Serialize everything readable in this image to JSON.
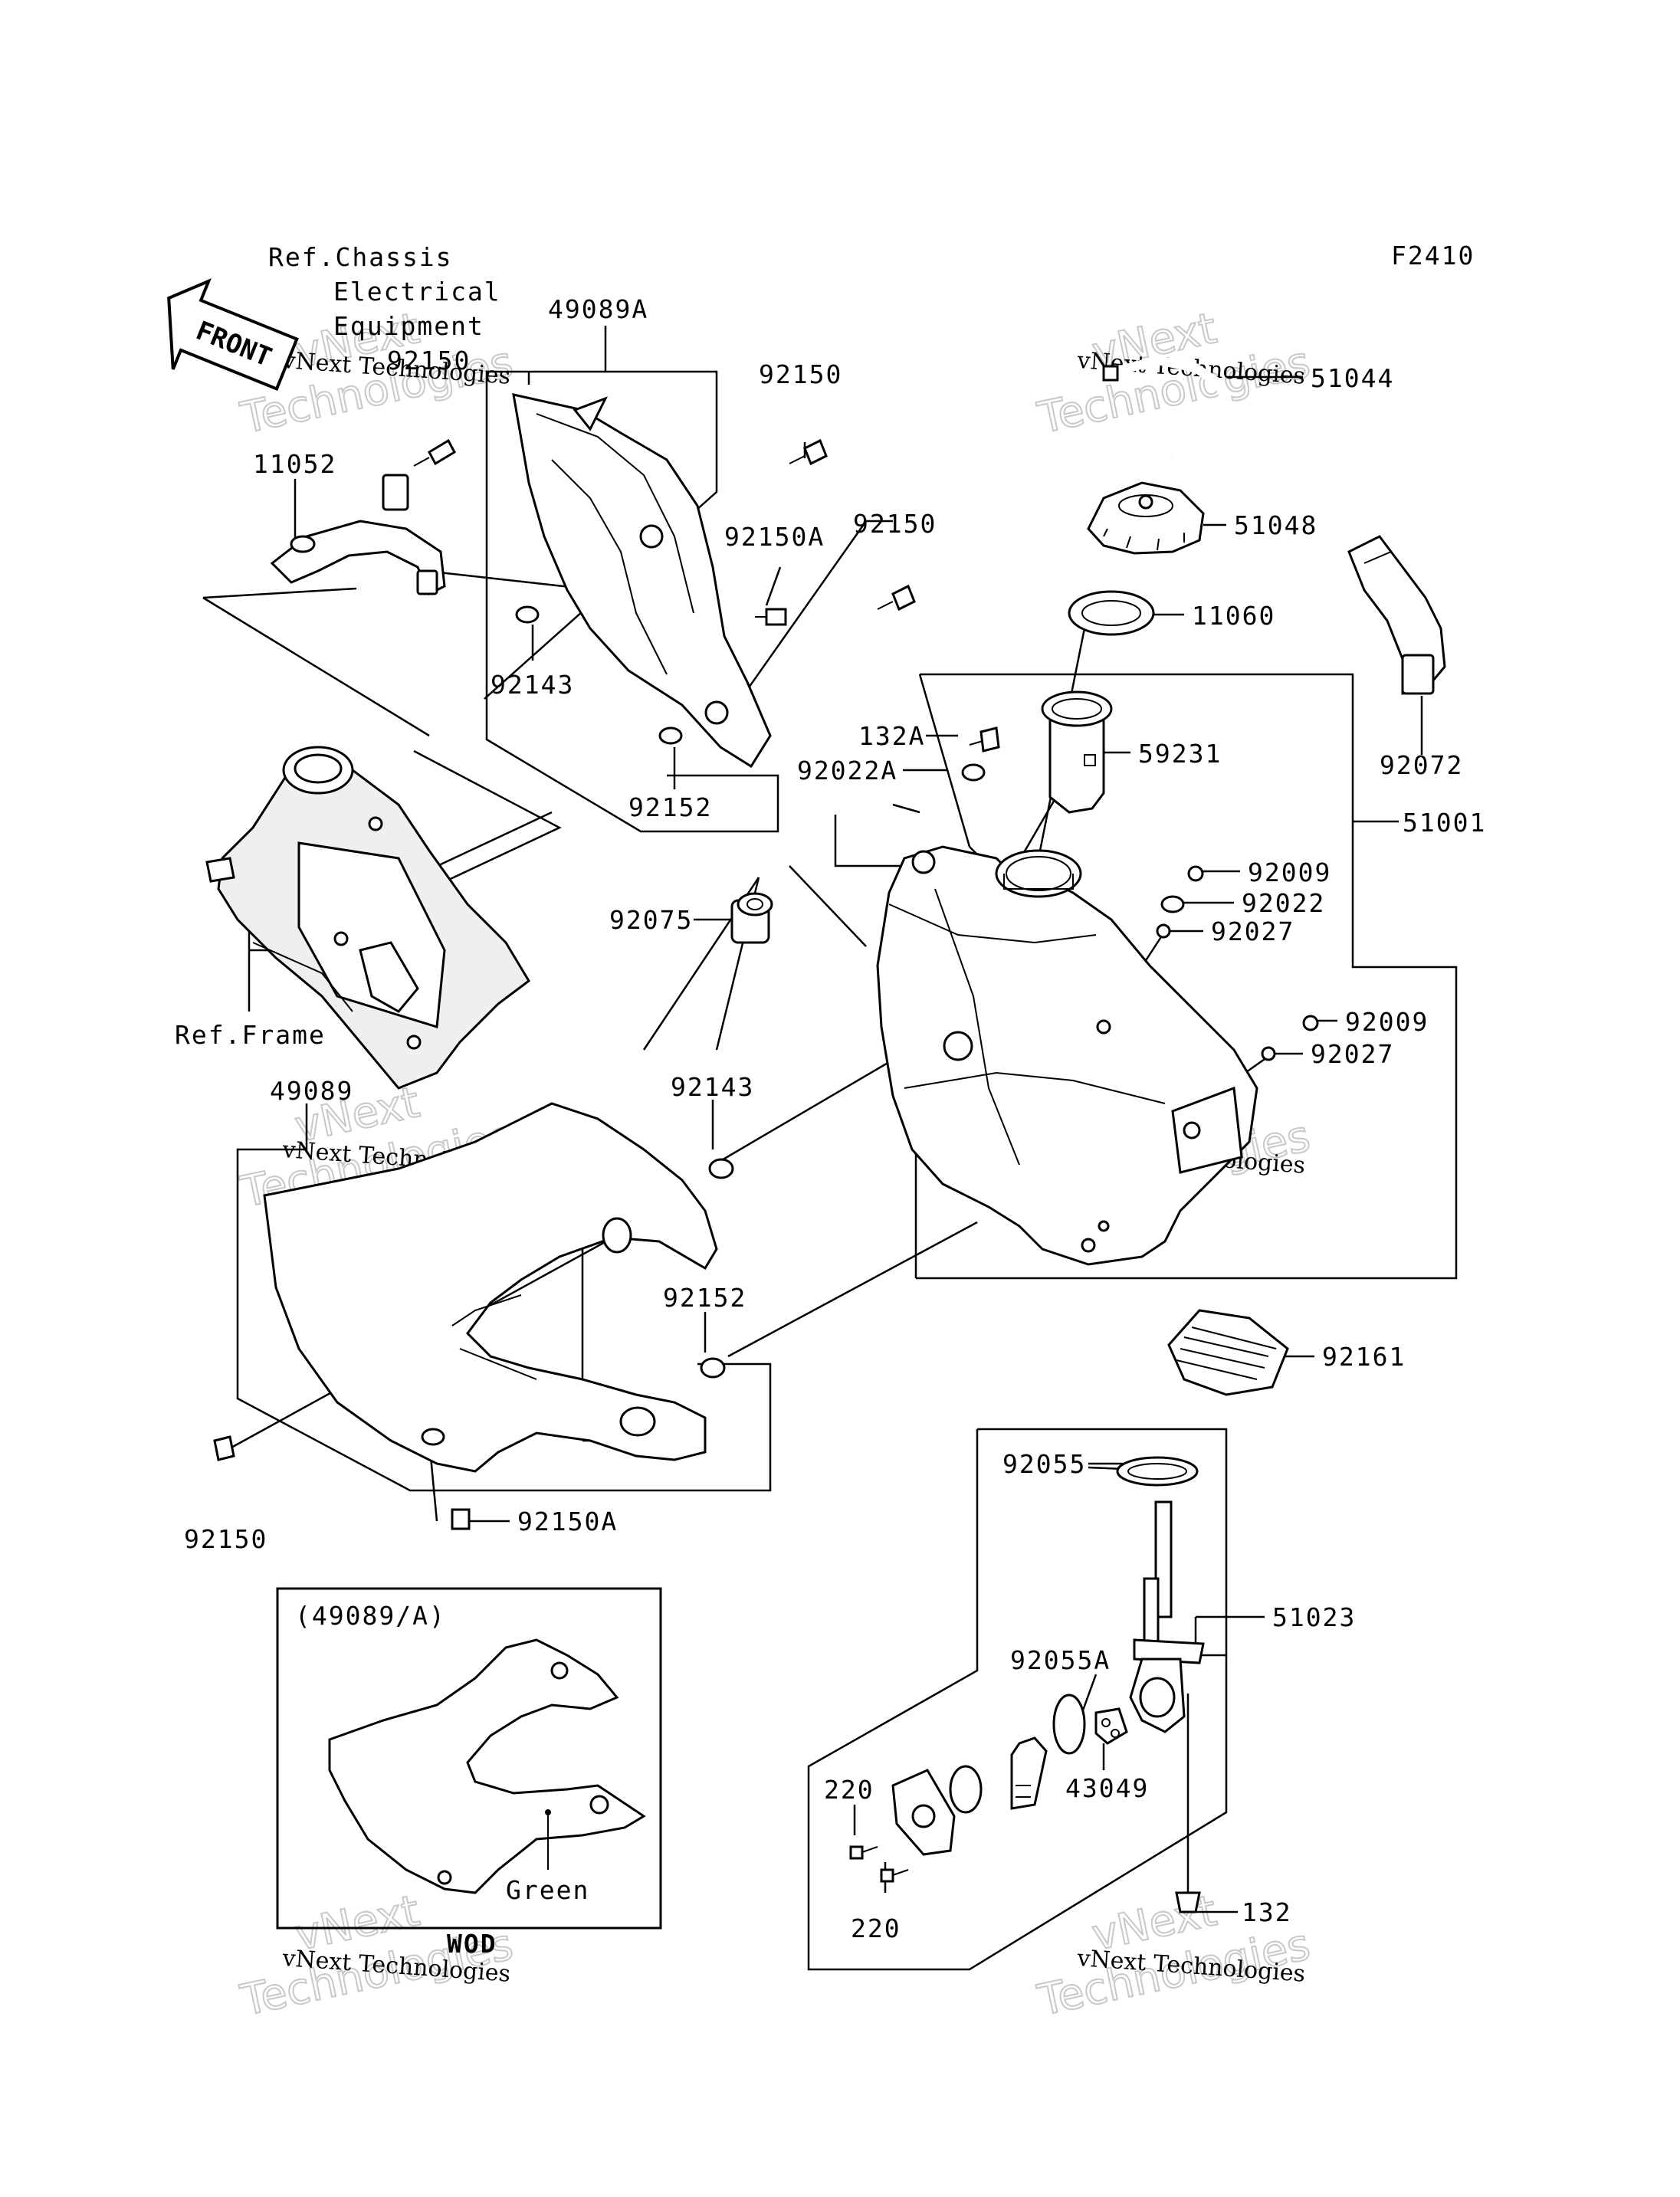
{
  "figure_code": "F2410",
  "front_marker": "FRONT",
  "references": {
    "chassis_line1": "Ref.Chassis",
    "chassis_line2": "Electrical",
    "chassis_line3": "Equipment",
    "frame": "Ref.Frame"
  },
  "watermark": {
    "line1": "vNext Technologies",
    "line2": "Technologies",
    "overlay": "vNext"
  },
  "inset": {
    "title": "(49089/A)",
    "color_label": "Green",
    "code": "WOD"
  },
  "parts": {
    "p49089A": "49089A",
    "p92150_a": "92150",
    "p92150_b": "92150",
    "p11052": "11052",
    "p92150_c": "92150",
    "p92150A_a": "92150A",
    "p92143_a": "92143",
    "p92152_a": "92152",
    "p51044": "51044",
    "p51048": "51048",
    "p11060": "11060",
    "p92072": "92072",
    "p132A": "132A",
    "p92022A": "92022A",
    "p59231": "59231",
    "p51001": "51001",
    "p92009_a": "92009",
    "p92022": "92022",
    "p92027_a": "92027",
    "p92075": "92075",
    "p92009_b": "92009",
    "p92027_b": "92027",
    "p49089": "49089",
    "p92143_b": "92143",
    "p92152_b": "92152",
    "p92161": "92161",
    "p92150_d": "92150",
    "p92150A_b": "92150A",
    "p92055": "92055",
    "p51023": "51023",
    "p92055A": "92055A",
    "p43049": "43049",
    "p220_a": "220",
    "p220_b": "220",
    "p132": "132"
  }
}
